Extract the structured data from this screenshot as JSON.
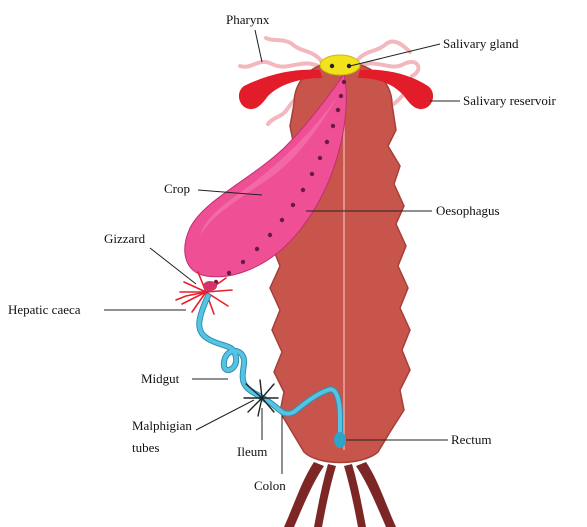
{
  "labels": {
    "pharynx": "Pharynx",
    "salivary_gland": "Salivary gland",
    "salivary_reservoir": "Salivary reservoir",
    "crop": "Crop",
    "oesophagus": "Oesophagus",
    "gizzard": "Gizzard",
    "hepatic_caeca": "Hepatic caeca",
    "midgut": "Midgut",
    "malphigian_line1": "Malphigian",
    "malphigian_line2": "tubes",
    "ileum": "Ileum",
    "rectum": "Rectum",
    "colon": "Colon"
  },
  "colors": {
    "body": "#c8554c",
    "body_outline": "#a63f38",
    "crop": "#ef4f95",
    "crop_light": "#f47fb4",
    "oesophagus_dots": "#6b1846",
    "salivary_gland": "#f2e21b",
    "salivary_reservoir": "#e21c28",
    "pharynx_tubes": "#f2b8bd",
    "hepatic_caeca": "#e8202a",
    "intestine": "#55c3e3",
    "malphigian": "#222222",
    "legs": "#7d2626"
  }
}
